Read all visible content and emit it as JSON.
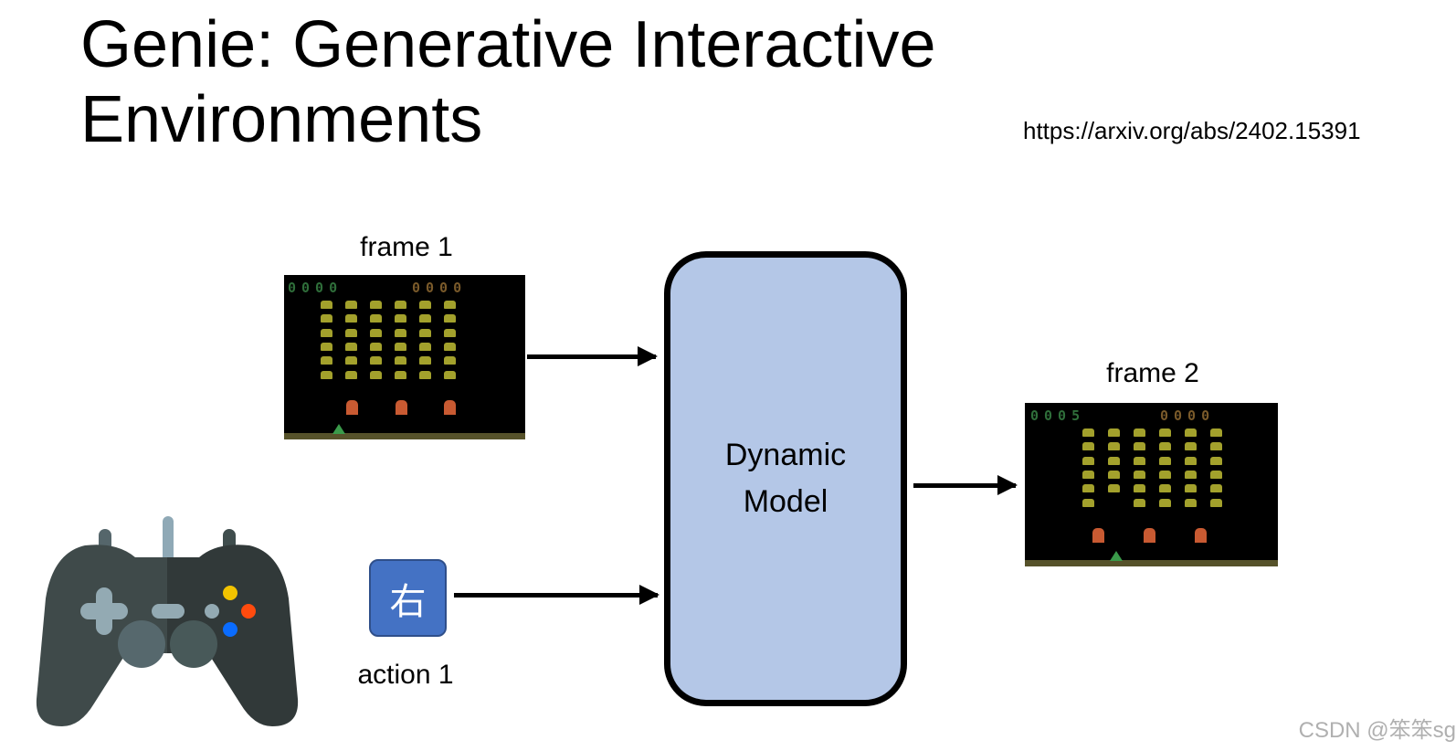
{
  "title": {
    "line1": "Genie: Generative Interactive",
    "line2": "Environments"
  },
  "url": "https://arxiv.org/abs/2402.15391",
  "frame1": {
    "label": "frame 1",
    "score_left": "0000",
    "score_right": "0000"
  },
  "frame2": {
    "label": "frame 2",
    "score_left": "0005",
    "score_right": "0000"
  },
  "model": {
    "line1": "Dynamic",
    "line2": "Model"
  },
  "action": {
    "key": "右",
    "label": "action 1"
  },
  "watermark": "CSDN @笨笨sg",
  "colors": {
    "model_fill": "#b4c7e7",
    "action_key": "#4472c4",
    "invader": "#a3a12c",
    "bunker": "#c85a32",
    "score_left": "#2f6e3a",
    "score_right": "#7a5a2a"
  },
  "icons": [
    "gamepad-icon"
  ]
}
